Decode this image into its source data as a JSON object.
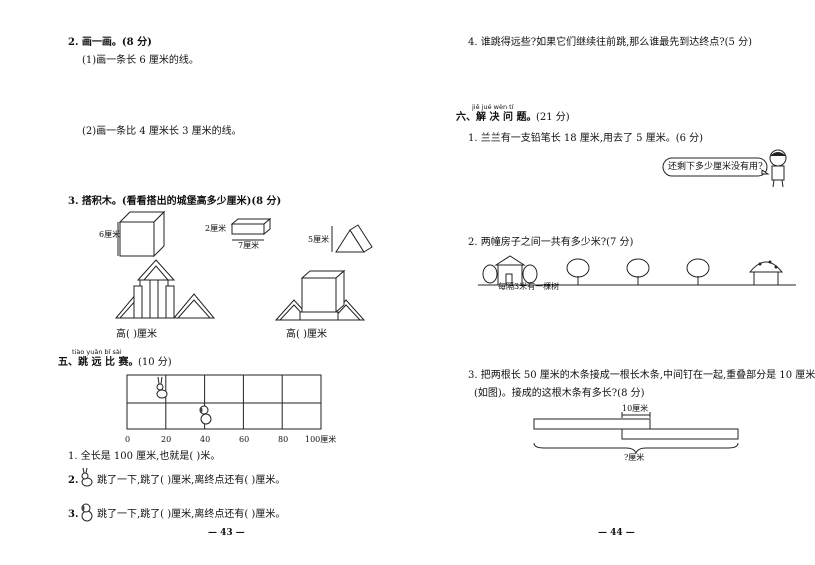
{
  "left": {
    "q2": {
      "title": "2. 画一画。(8 分)",
      "sub1": "(1)画一条长 6 厘米的线。",
      "sub2": "(2)画一条比 4 厘米长 3 厘米的线。"
    },
    "q3": {
      "title": "3. 搭积木。(看看搭出的城堡高多少厘米)(8 分)",
      "cube_label": "6厘米",
      "bar_label_h": "2厘米",
      "bar_label_w": "7厘米",
      "tri_label": "5厘米",
      "answer1": "高(      )厘米",
      "answer2": "高(      )厘米"
    },
    "sec5": {
      "pinyin": "tiào yuǎn bǐ sài",
      "title": "五、跳 远 比 赛。",
      "score": "(10 分)",
      "ticks": [
        "0",
        "20",
        "40",
        "60",
        "80",
        "100厘米"
      ],
      "q1": "1. 全长是 100 厘米,也就是(      )米。",
      "q2_pre": "2.",
      "q2_text": "跳了一下,跳了(      )厘米,离终点还有(      )厘米。",
      "q3_pre": "3.",
      "q3_text": "跳了一下,跳了(      )厘米,离终点还有(      )厘米。"
    },
    "page_number": "— 43 —"
  },
  "right": {
    "q4": "4. 谁跳得远些?如果它们继续往前跳,那么谁最先到达终点?(5 分)",
    "sec6": {
      "pinyin": "jiě jué wèn tí",
      "title": "六、解 决 问 题。",
      "score": "(21 分)"
    },
    "p1": {
      "text": "1. 兰兰有一支铅笔长 18 厘米,用去了 5 厘米。(6 分)",
      "bubble": "还剩下多少厘米没有用?"
    },
    "p2": {
      "text": "2. 两幢房子之间一共有多少米?(7 分)",
      "note": "每隔3米有一棵树"
    },
    "p3": {
      "line1": "3. 把两根长 50 厘米的木条接成一根长木条,中间钉在一起,重叠部分是 10 厘米",
      "line2": "(如图)。接成的这根木条有多长?(8 分)",
      "overlap_label": "10厘米",
      "total_label": "?厘米"
    },
    "page_number": "— 44 —"
  }
}
